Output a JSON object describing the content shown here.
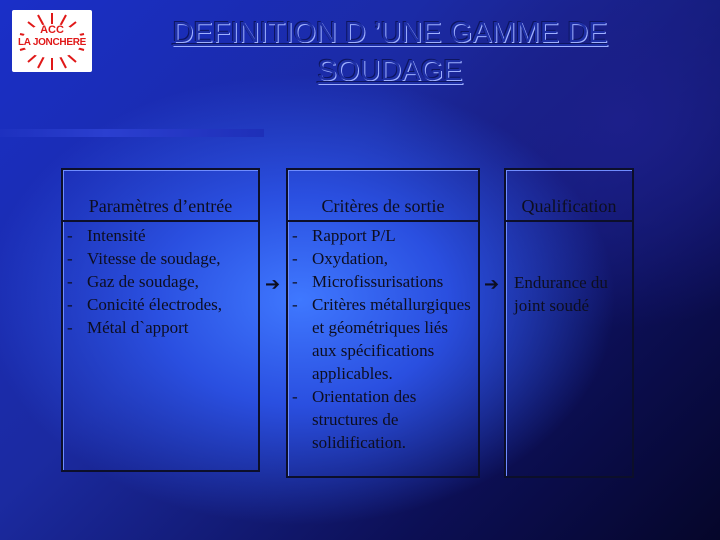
{
  "logo": {
    "line1": "ACC",
    "line2": "LA JONCHERE"
  },
  "title": {
    "line1": "DEFINITION D ’UNE GAMME DE",
    "line2": "SOUDAGE"
  },
  "columns": {
    "inputs": {
      "header": "Paramètres d’entrée",
      "items": [
        "Intensité",
        "Vitesse de soudage,",
        "Gaz de soudage,",
        "Conicité électrodes,",
        "Métal d`apport"
      ]
    },
    "outputs": {
      "header": "Critères de sortie",
      "items": [
        "Rapport P/L",
        "Oxydation,",
        "Microfissurisations",
        "Critères métallurgiques et géométriques liés aux spécifications applicables.",
        "Orientation des structures de solidification."
      ]
    },
    "qualification": {
      "header": "Qualification",
      "text": "Endurance du joint soudé"
    }
  },
  "bullet": "-",
  "arrow_glyph": "➔",
  "colors": {
    "title": "#1e2fa6",
    "text": "#0d0e20",
    "logo_red": "#e01818"
  }
}
